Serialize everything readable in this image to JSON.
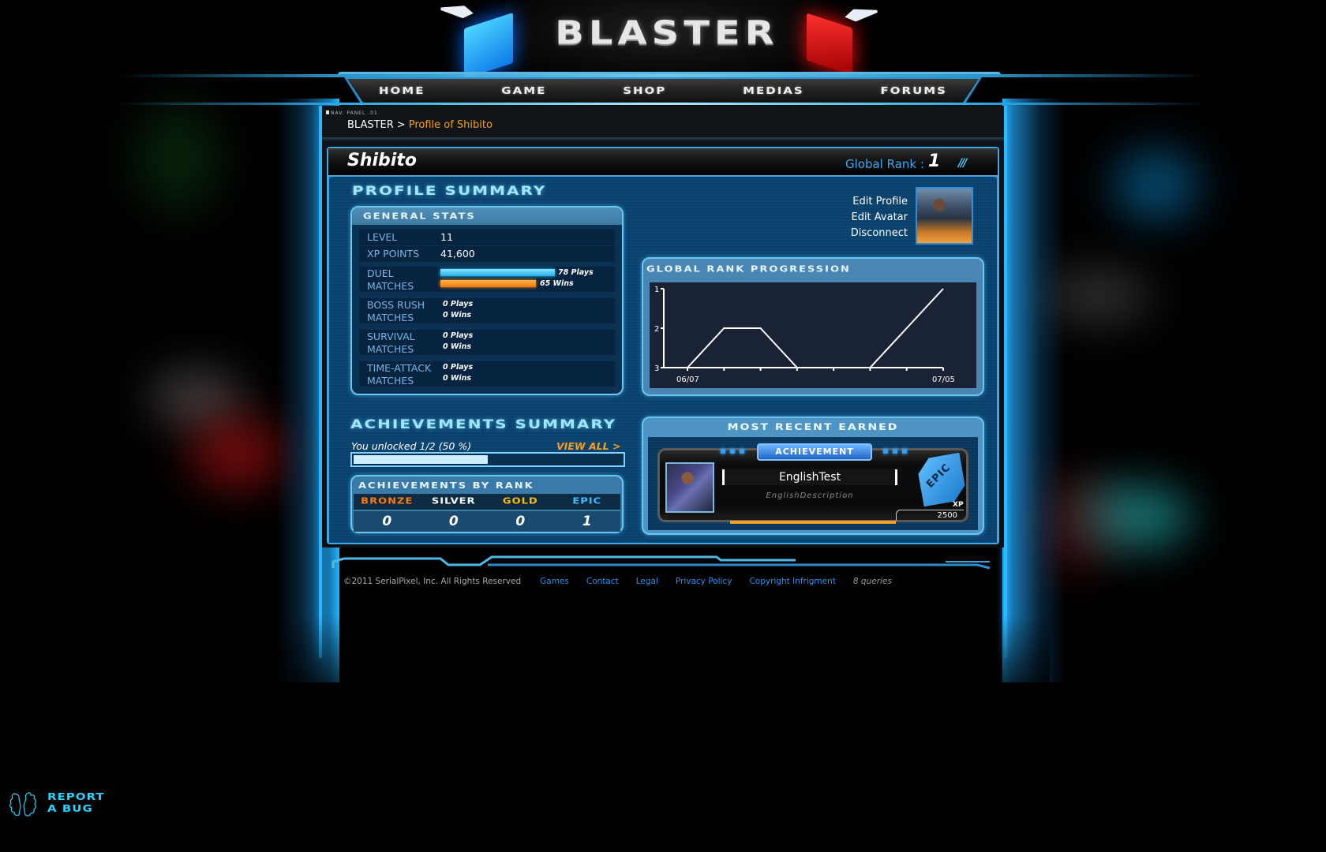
{
  "header": {
    "logo_text": "BLASTER"
  },
  "nav": {
    "items": [
      {
        "label": "Home"
      },
      {
        "label": "Game"
      },
      {
        "label": "Shop"
      },
      {
        "label": "Medias"
      },
      {
        "label": "Forums"
      }
    ]
  },
  "breadcrumb": {
    "panel_label": "NAV. PANEL .01",
    "root": "BLASTER",
    "separator": ">",
    "current": "Profile of Shibito"
  },
  "profile": {
    "name": "Shibito",
    "global_rank_label": "Global Rank :",
    "global_rank_value": "1",
    "rank_decoration": "///"
  },
  "profile_summary": {
    "title": "Profile Summary",
    "general_stats": {
      "title": "General Stats",
      "level_label": "LEVEL",
      "level_value": "11",
      "xp_label": "XP POINTS",
      "xp_value": "41,600",
      "modes": [
        {
          "label_line1": "DUEL",
          "label_line2": "MATCHES",
          "plays": "78 Plays",
          "wins": "65 Wins",
          "plays_count": 78,
          "wins_count": 65
        },
        {
          "label_line1": "BOSS RUSH",
          "label_line2": "MATCHES",
          "plays": "0 Plays",
          "wins": "0 Wins",
          "plays_count": 0,
          "wins_count": 0
        },
        {
          "label_line1": "SURVIVAL",
          "label_line2": "MATCHES",
          "plays": "0 Plays",
          "wins": "0 Wins",
          "plays_count": 0,
          "wins_count": 0
        },
        {
          "label_line1": "TIME-ATTACK",
          "label_line2": "MATCHES",
          "plays": "0 Plays",
          "wins": "0 Wins",
          "plays_count": 0,
          "wins_count": 0
        }
      ]
    }
  },
  "account_links": {
    "edit_profile": "Edit Profile",
    "edit_avatar": "Edit Avatar",
    "disconnect": "Disconnect"
  },
  "rank_progression": {
    "title": "Global Rank Progression"
  },
  "chart_data": {
    "type": "line",
    "title": "Global Rank Progression",
    "x": [
      "06/07",
      "",
      "",
      "",
      "",
      "",
      "",
      "07/05"
    ],
    "x_tick_labels": [
      "06/07",
      "07/05"
    ],
    "values": [
      3,
      2,
      2,
      3,
      3,
      3,
      2,
      1
    ],
    "y_ticks": [
      1,
      2,
      3
    ],
    "ylim": [
      3,
      1
    ],
    "y_inverted": true,
    "xlabel": "",
    "ylabel": "",
    "grid": false,
    "line_color": "#ffffff",
    "background": "#1a2235"
  },
  "achievements_summary": {
    "title": "Achievements Summary",
    "unlocked_text": "You unlocked 1/2 (50 %)",
    "unlocked_percent": 50,
    "view_all": "VIEW ALL >",
    "by_rank": {
      "title": "Achievements by Rank",
      "ranks": [
        {
          "label": "Bronze",
          "count": "0",
          "color": "#ff7a10"
        },
        {
          "label": "Silver",
          "count": "0",
          "color": "#ffffff"
        },
        {
          "label": "Gold",
          "count": "0",
          "color": "#ffc000"
        },
        {
          "label": "Epic",
          "count": "1",
          "color": "#3cc0ff"
        }
      ]
    }
  },
  "most_recent": {
    "title": "Most Recent Earned",
    "tab_label": "ACHIEVEMENT",
    "name": "EnglishTest",
    "description": "EnglishDescription",
    "tier": "EPIC",
    "xp_label": "XP",
    "xp_value": "2500"
  },
  "footer": {
    "copyright": "©2011 SerialPixel, Inc. All Rights Reserved",
    "links": [
      {
        "label": "Games"
      },
      {
        "label": "Contact"
      },
      {
        "label": "Legal"
      },
      {
        "label": "Privacy Policy"
      },
      {
        "label": "Copyright Infrigment"
      }
    ],
    "queries": "8 queries"
  },
  "report_bug": {
    "line1": "Report",
    "line2": "a Bug"
  },
  "colors": {
    "accent_blue": "#2bb8ff",
    "accent_orange": "#f5a020",
    "link_blue": "#2b8ff0",
    "panel_blue": "#0c4774"
  }
}
